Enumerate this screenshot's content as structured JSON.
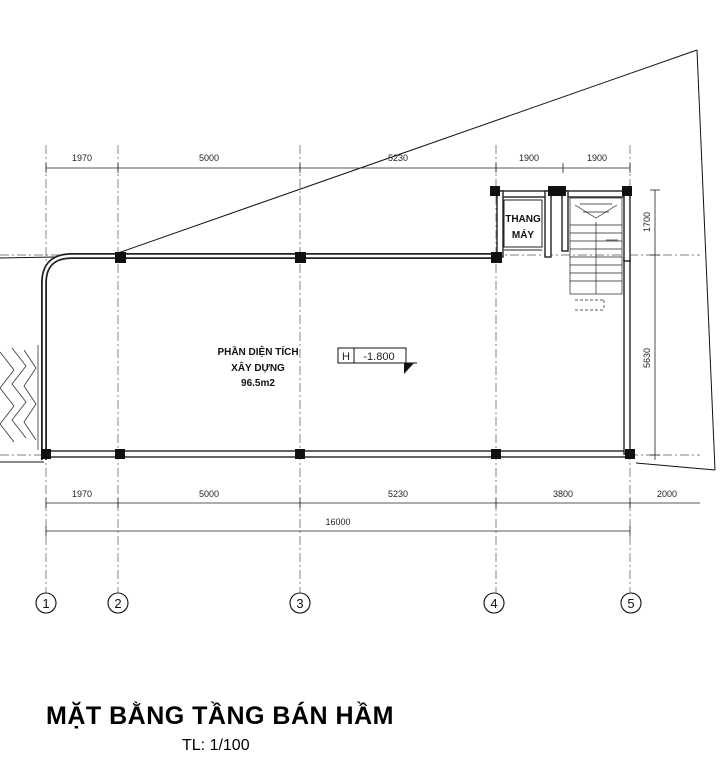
{
  "dimensions_top": [
    "1970",
    "5000",
    "5230",
    "1900",
    "1900"
  ],
  "dimensions_bottom": [
    "1970",
    "5000",
    "5230",
    "3800",
    "2000"
  ],
  "dimension_total": "16000",
  "dimensions_right": [
    "1700",
    "5630"
  ],
  "axes": [
    "1",
    "2",
    "3",
    "4",
    "5"
  ],
  "elevator": {
    "line1": "THANG",
    "line2": "MÁY"
  },
  "room": {
    "line1": "PHẦN DIỆN TÍCH",
    "line2": "XÂY DỰNG",
    "line3": "96.5m2"
  },
  "level": {
    "prefix": "H",
    "value": "-1.800"
  },
  "drawing": {
    "title": "MẶT BẰNG TẦNG BÁN HẦM",
    "scale": "TL: 1/100"
  }
}
